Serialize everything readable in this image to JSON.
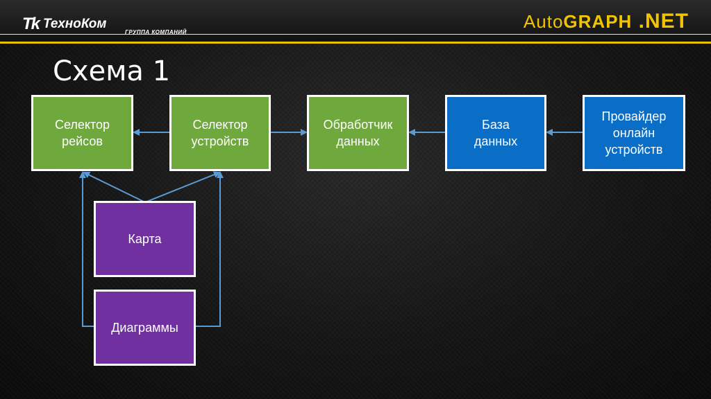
{
  "header": {
    "logo_mark": "Tk",
    "company_name": "ТехноКом",
    "company_tagline": "ГРУППА КОМПАНИЙ",
    "brand_part1": "Auto",
    "brand_part2": "GRAPH",
    "brand_part3": " .NET"
  },
  "slide": {
    "title": "Схема 1"
  },
  "nodes": {
    "trip_selector": "Селектор\nрейсов",
    "device_selector": "Селектор\nустройств",
    "data_handler": "Обработчик\nданных",
    "database": "База\nданных",
    "online_provider": "Провайдер\nонлайн\nустройств",
    "map": "Карта",
    "charts": "Диаграммы"
  },
  "colors": {
    "green": "#6fa83c",
    "blue": "#0b6ec6",
    "purple": "#7030a0",
    "arrow": "#5b9bd5",
    "gold": "#e8c200"
  }
}
